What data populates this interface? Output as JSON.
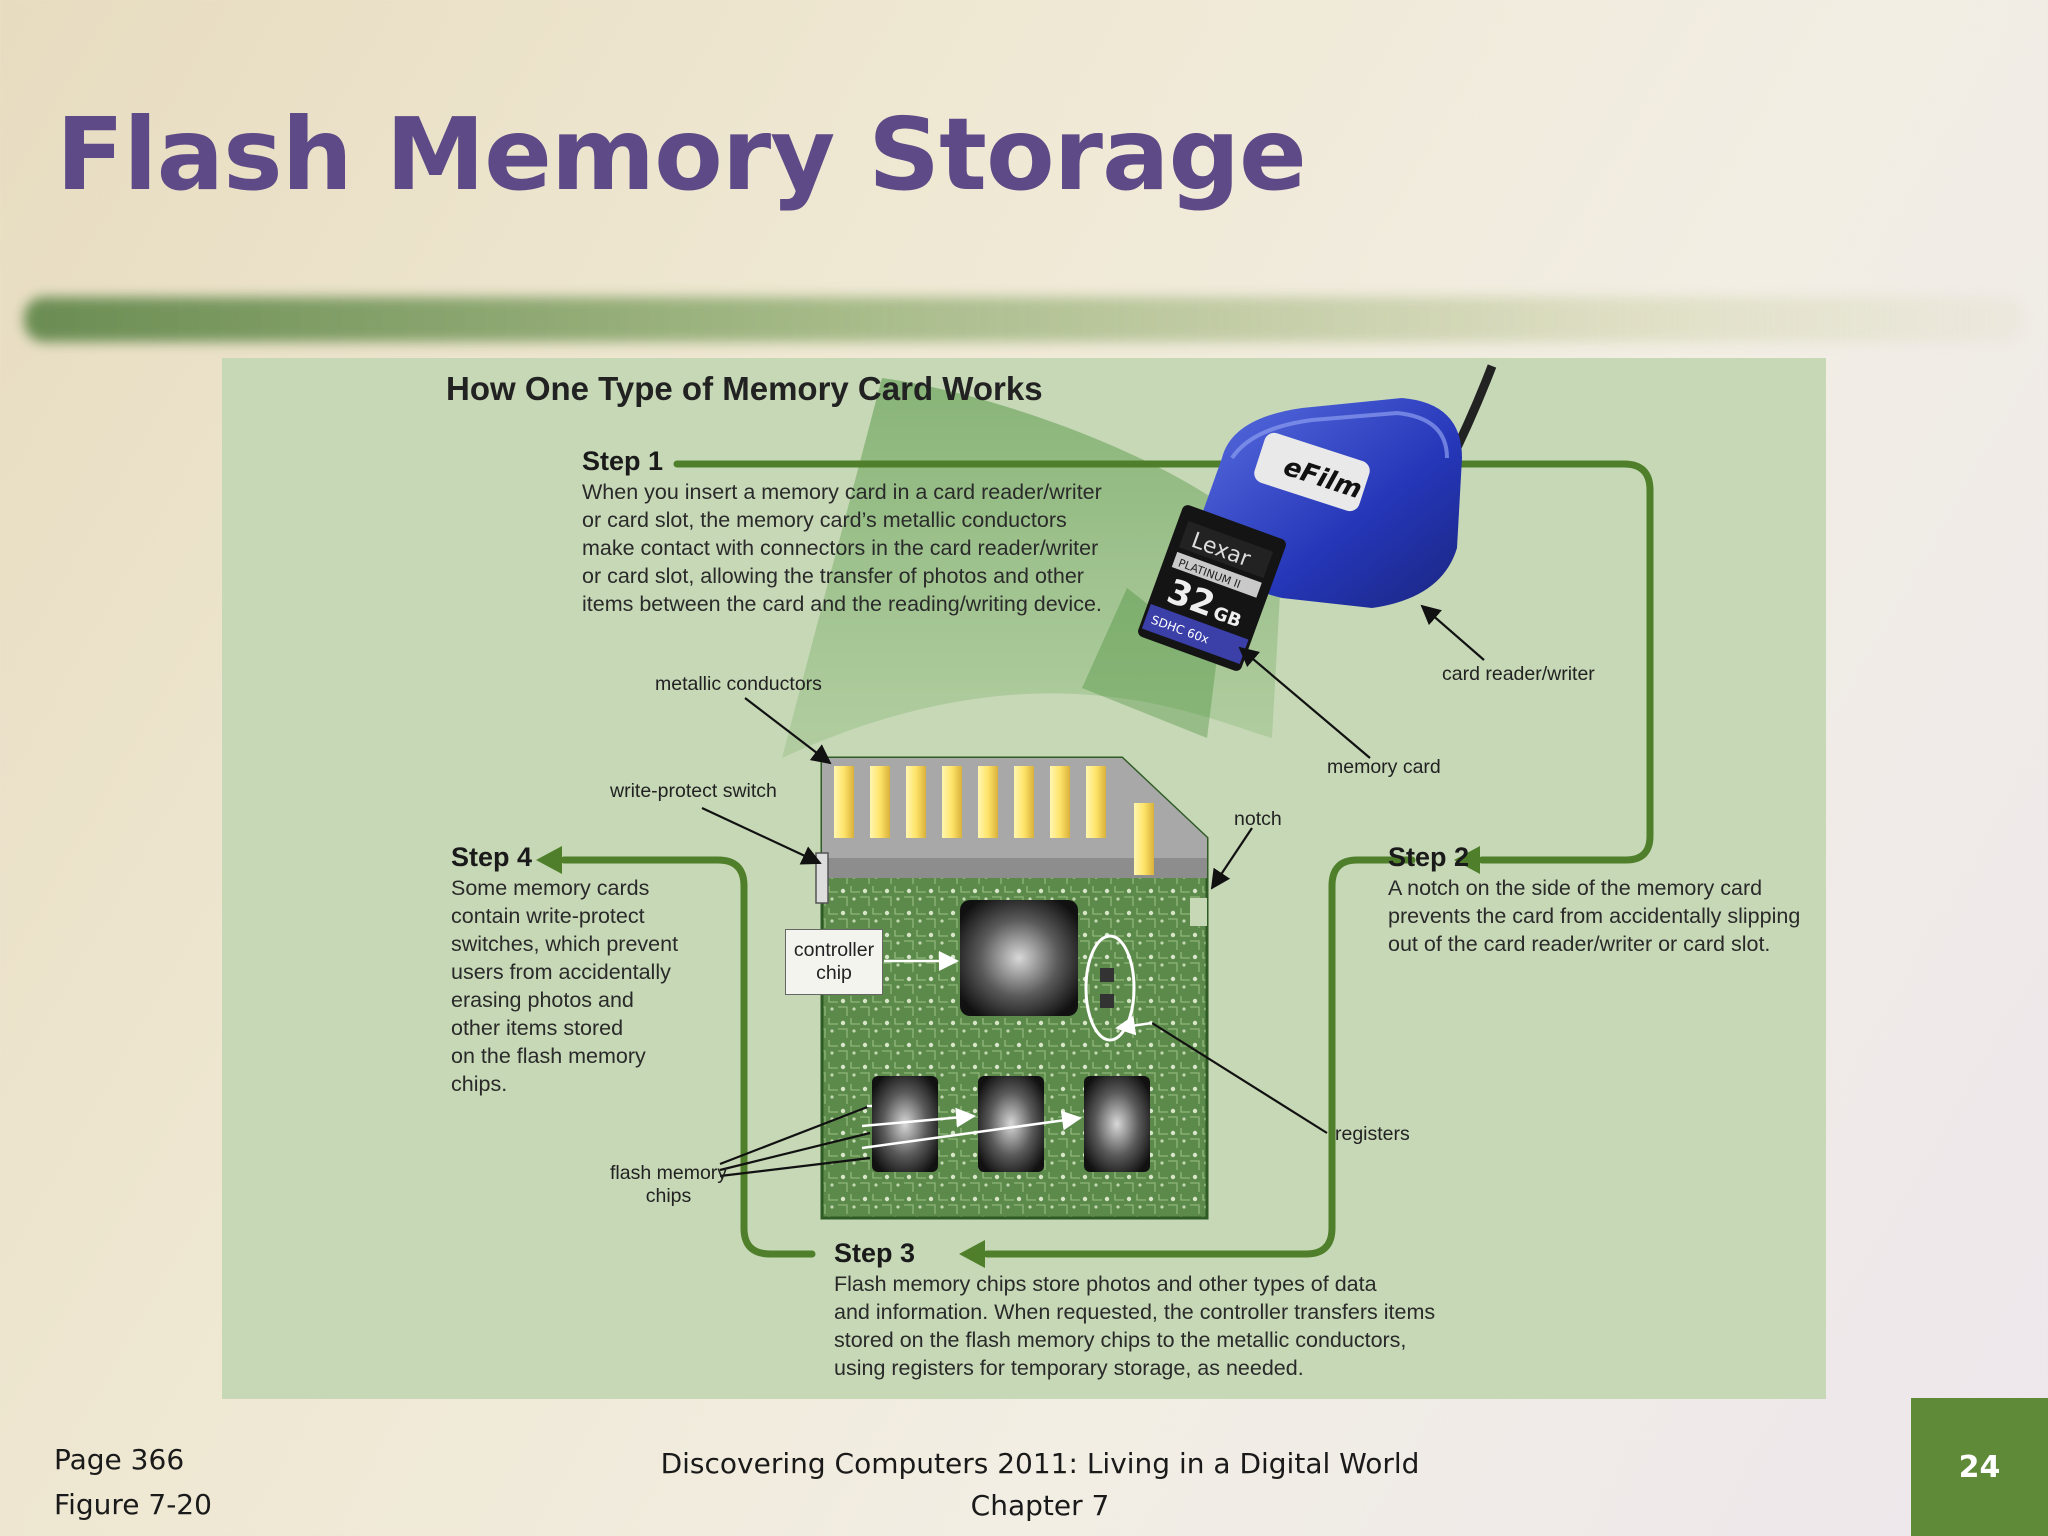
{
  "slide": {
    "title": "Flash Memory Storage",
    "page_number": "24"
  },
  "figure": {
    "title": "How One Type of Memory Card Works",
    "steps": [
      {
        "heading": "Step 1",
        "text": "When you insert a memory card in a card reader/writer\nor card slot, the memory card’s metallic conductors\nmake contact with connectors in the card reader/writer\nor card slot, allowing the transfer of photos and other\nitems between the card and the reading/writing device."
      },
      {
        "heading": "Step 2",
        "text": "A notch on the side of the memory card\nprevents the card from accidentally slipping\nout of the card reader/writer or card slot."
      },
      {
        "heading": "Step 3",
        "text": "Flash memory chips store photos and other types of data\nand information. When requested, the controller transfers items\nstored on the flash memory chips to the metallic conductors,\nusing registers for temporary storage, as needed."
      },
      {
        "heading": "Step 4",
        "text": "Some memory cards\ncontain write-protect\nswitches, which prevent\nusers from accidentally\nerasing photos and\nother items stored\non the flash memory\nchips."
      }
    ],
    "callouts": {
      "metallic_conductors": "metallic conductors",
      "write_protect_switch": "write-protect switch",
      "notch": "notch",
      "card_reader_writer": "card reader/writer",
      "memory_card": "memory card",
      "controller_chip": "controller\nchip",
      "registers": "registers",
      "flash_memory_chips": "flash memory\nchips"
    },
    "device_labels": {
      "reader_brand": "eFilm",
      "card_brand": "Lexar",
      "card_line": "PLATINUM II",
      "card_capacity": "32",
      "card_unit": "GB",
      "card_type": "SDHC 60x"
    }
  },
  "footer": {
    "page_ref": "Page 366",
    "figure_ref": "Figure 7-20",
    "book_title": "Discovering Computers 2011: Living in a Digital World",
    "chapter": "Chapter 7"
  },
  "colors": {
    "title": "#5e4a86",
    "figure_bg": "#c6d8b6",
    "flow_line": "#4f7f2a",
    "badge": "#5f8a37"
  }
}
